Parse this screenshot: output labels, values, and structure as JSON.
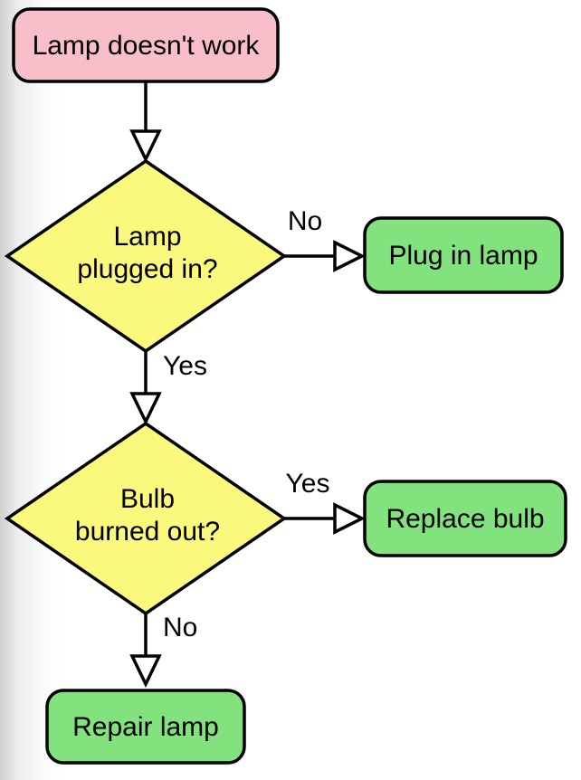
{
  "diagram": {
    "title_implicit": "Lamp troubleshooting flowchart",
    "colors": {
      "start_fill": "#f8bfca",
      "decision_fill": "#fbf87e",
      "action_fill": "#82e27e",
      "stroke": "#000000"
    },
    "start": {
      "label": "Lamp doesn't work"
    },
    "decision1": {
      "line1": "Lamp",
      "line2": "plugged in?",
      "no_label": "No",
      "yes_label": "Yes"
    },
    "action1": {
      "label": "Plug in lamp"
    },
    "decision2": {
      "line1": "Bulb",
      "line2": "burned out?",
      "yes_label": "Yes",
      "no_label": "No"
    },
    "action2": {
      "label": "Replace bulb"
    },
    "action3": {
      "label": "Repair lamp"
    }
  }
}
